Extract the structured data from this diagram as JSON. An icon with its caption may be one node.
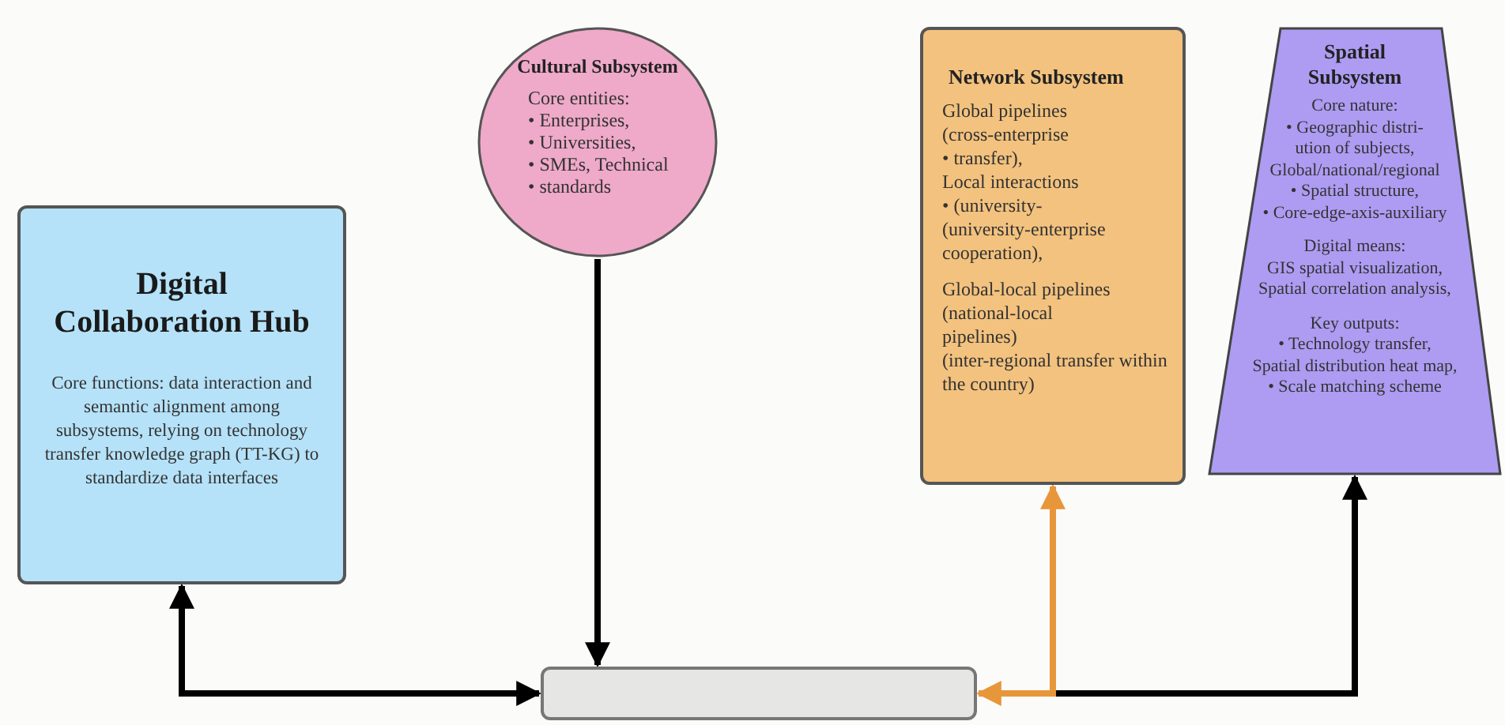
{
  "diagram": {
    "nodes": [
      {
        "text": [
          "Digital Collaboration Hub",
          "Core functions: data interaction and semantic alignment among subsystems, relying on technology transfer knowledge graph (TT-KG) to standardize data interfaces"
        ]
      },
      {
        "text": [
          "Cultural Subsystem",
          "Core entities:",
          "• Enterprises,",
          "• Universities,",
          "• SMEs, Technical",
          "• standards"
        ]
      },
      {
        "text": [
          "Network Subsystem",
          "Global pipelines",
          "(cross-enterprise",
          "• transfer),",
          "Local interactions",
          "• (university-",
          "(university-enterprise",
          "cooperation),",
          "Global-local pipelines",
          "(national-local",
          "pipelines)",
          "(inter-regional transfer within the country)"
        ]
      },
      {
        "text": [
          "Spatial Subsystem",
          "Core nature:",
          "• Geographic distri-",
          "ution of subjects,",
          "Global/national/regional",
          "• Spatial structure,",
          "• Core-edge-axis-auxiliary",
          "Digital means:",
          "GIS spatial visualization,",
          "Spatial correlation analysis,",
          "Key outputs:",
          "• Technology transfer,",
          "Spatial distribution heat map,",
          "• Scale matching scheme"
        ]
      },
      {
        "text": [],
        "shape": "box"
      }
    ],
    "edges": [
      {
        "from": 0,
        "to": 4,
        "arrow": "both"
      },
      {
        "from": 1,
        "to": 4,
        "arrow": "to"
      },
      {
        "from": 4,
        "to": 2,
        "arrow": "both",
        "color": "#e8963a"
      },
      {
        "from": 4,
        "to": 3,
        "arrow": "to"
      }
    ]
  }
}
